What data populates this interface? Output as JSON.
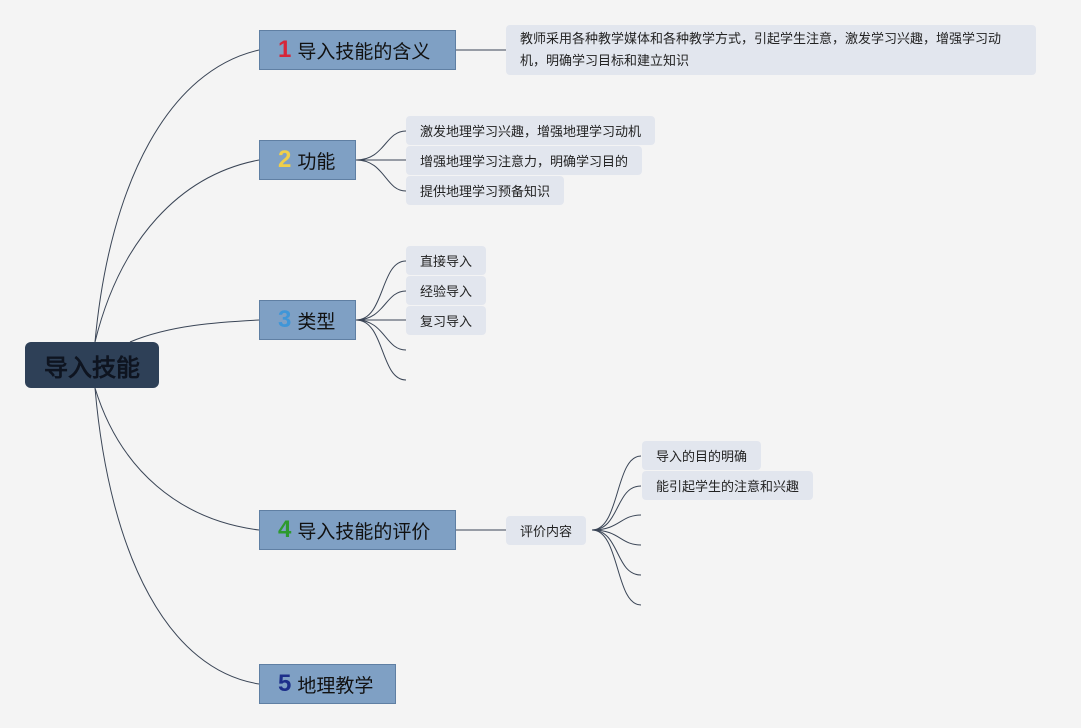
{
  "root": {
    "label": "导入技能"
  },
  "colors": {
    "num1": "#d6263a",
    "num2": "#f0cf4a",
    "num3": "#3f96d8",
    "num4": "#2e9a2e",
    "num5": "#1d2f8a"
  },
  "topics": [
    {
      "num": "1",
      "label": "导入技能的含义",
      "children": [
        "教师采用各种教学媒体和各种教学方式，引起学生注意，激发学习兴趣，增强学习动机，明确学习目标和建立知识"
      ]
    },
    {
      "num": "2",
      "label": "功能",
      "children": [
        "激发地理学习兴趣，增强地理学习动机",
        "增强地理学习注意力，明确学习目的",
        "提供地理学习预备知识"
      ]
    },
    {
      "num": "3",
      "label": "类型",
      "children": [
        "直接导入",
        "经验导入",
        "复习导入"
      ]
    },
    {
      "num": "4",
      "label": "导入技能的评价",
      "children": [
        "评价内容"
      ],
      "sub": [
        "导入的目的明确",
        "能引起学生的注意和兴趣"
      ]
    },
    {
      "num": "5",
      "label": "地理教学",
      "children": []
    }
  ]
}
